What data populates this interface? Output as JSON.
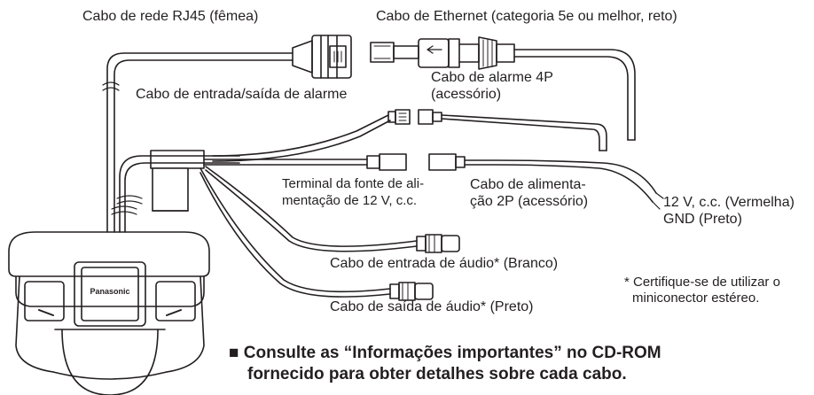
{
  "labels": {
    "rj45": "Cabo de rede RJ45 (fêmea)",
    "ethernet": "Cabo de Ethernet (categoria 5e ou melhor, reto)",
    "alarm4p_line1": "Cabo de alarme 4P",
    "alarm4p_line2": "(acessório)",
    "alarm_io": "Cabo de entrada/saída de alarme",
    "power_terminal_line1": "Terminal da fonte de ali-",
    "power_terminal_line2": "mentação de 12 V, c.c.",
    "power2p_line1": "Cabo de alimenta-",
    "power2p_line2": "ção 2P (acessório)",
    "v12_red": "12 V, c.c. (Vermelha)",
    "gnd_black": "GND (Preto)",
    "audio_in": "Cabo de entrada de áudio* (Branco)",
    "audio_out": "Cabo de saída de áudio* (Preto)",
    "footnote_line1": "* Certifique-se de utilizar o",
    "footnote_line2": "miniconector estéreo.",
    "brand": "Panasonic"
  },
  "note": {
    "bullet": "■",
    "line1": "Consulte as “Informações importantes” no CD-ROM",
    "line2": "fornecido para obter detalhes sobre cada cabo."
  }
}
